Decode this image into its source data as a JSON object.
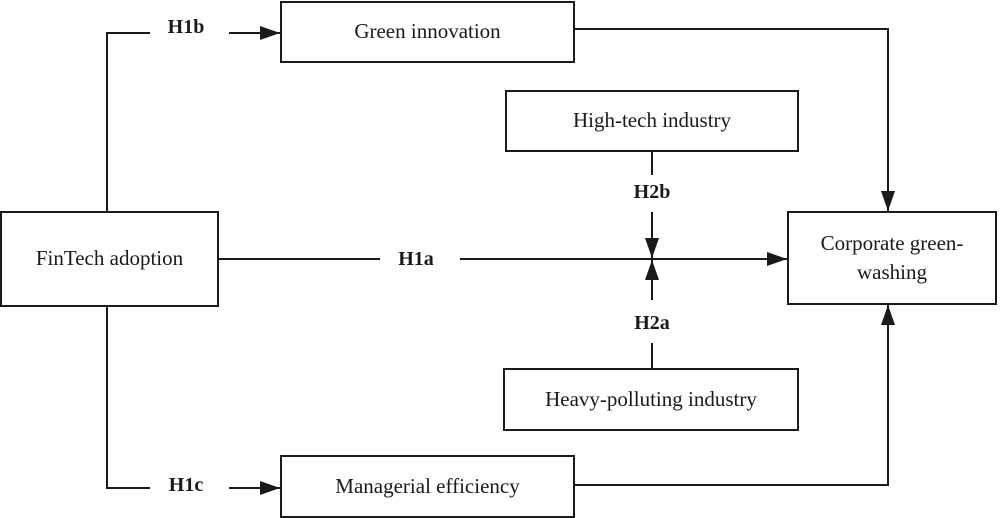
{
  "nodes": {
    "fintech": "FinTech adoption",
    "green_innovation": "Green innovation",
    "high_tech": "High-tech industry",
    "corporate_line1": "Corporate green-",
    "corporate_line2": "washing",
    "heavy_polluting": "Heavy-polluting industry",
    "managerial": "Managerial efficiency"
  },
  "hypotheses": {
    "h1a": "H1a",
    "h1b": "H1b",
    "h1c": "H1c",
    "h2a": "H2a",
    "h2b": "H2b"
  },
  "colors": {
    "line": "#1a1a1a",
    "background": "#ffffff"
  }
}
